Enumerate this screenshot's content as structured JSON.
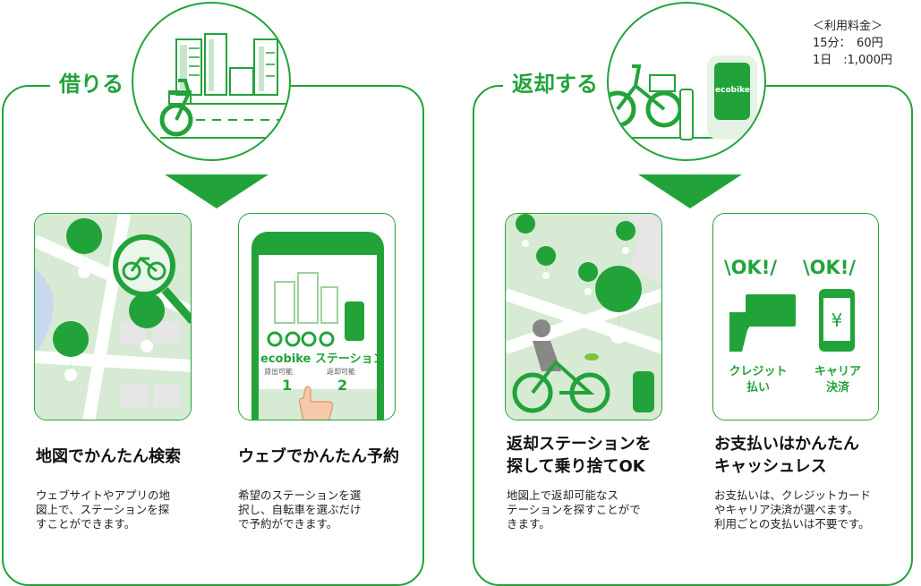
{
  "colors": {
    "accent": "#22a33a",
    "map_bg": "#d7ead3",
    "road": "#ffffff",
    "river": "#c7d8ef"
  },
  "fees": {
    "title": "＜利用料金＞",
    "line1": "15分：　60円",
    "line2": "1日　:1,000円"
  },
  "rent": {
    "heading": "借りる",
    "steps": [
      {
        "title": "地図でかんたん検索",
        "desc_lines": [
          "ウェブサイトやアプリの地",
          "図上で、ステーションを探",
          "すことができます。"
        ]
      },
      {
        "title": "ウェブでかんたん予約",
        "desc_lines": [
          "希望のステーションを選",
          "択し、自転車を選ぶだけ",
          "で予約ができます。"
        ],
        "phone": {
          "brand": "ecobike",
          "station_label": "ステーション",
          "left_label": "貸出可能",
          "left_count": "1",
          "right_label": "返却可能",
          "right_count": "2"
        }
      }
    ],
    "icons": [
      "bike-city-illustration",
      "map-search-illustration",
      "phone-reserve-illustration"
    ]
  },
  "return": {
    "heading": "返却する",
    "steps": [
      {
        "title_lines": [
          "返却ステーションを",
          "探して乗り捨てOK"
        ],
        "desc_lines": [
          "地図上で返却可能なス",
          "テーションを探すことがで",
          "きます。"
        ]
      },
      {
        "title_lines": [
          "お支払いはかんたん",
          "キャッシュレス"
        ],
        "desc_lines": [
          "お支払いは、クレジットカード",
          "やキャリア決済が選べます。",
          "利用ごとの支払いは不要です。"
        ],
        "pay": {
          "ok_text": "\\OK!/",
          "credit_line1": "クレジット",
          "credit_line2": "払い",
          "carrier_line1": "キャリア",
          "carrier_line2": "決済"
        }
      }
    ],
    "station_brand": "ecobike"
  }
}
